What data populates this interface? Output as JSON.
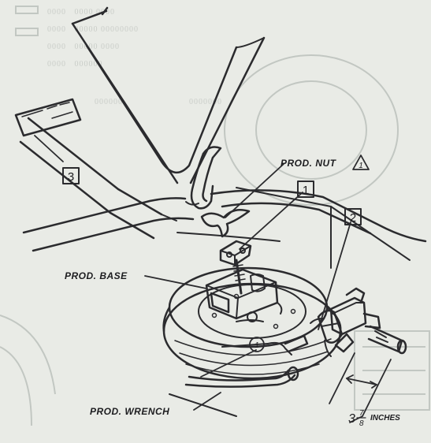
{
  "diagram": {
    "labels": {
      "prod_nut": "PROD. NUT",
      "prod_base": "PROD. BASE",
      "prod_wrench": "PROD. WRENCH"
    },
    "callouts": {
      "one": "1",
      "two": "2",
      "three": "3",
      "circle_one": "1",
      "warning_mark": "1"
    },
    "dimension": {
      "whole": "3",
      "numerator": "7",
      "denominator": "8",
      "unit": "INCHES"
    },
    "colors": {
      "paper": "#e9ebe6",
      "ink": "#2b2b2e"
    }
  }
}
